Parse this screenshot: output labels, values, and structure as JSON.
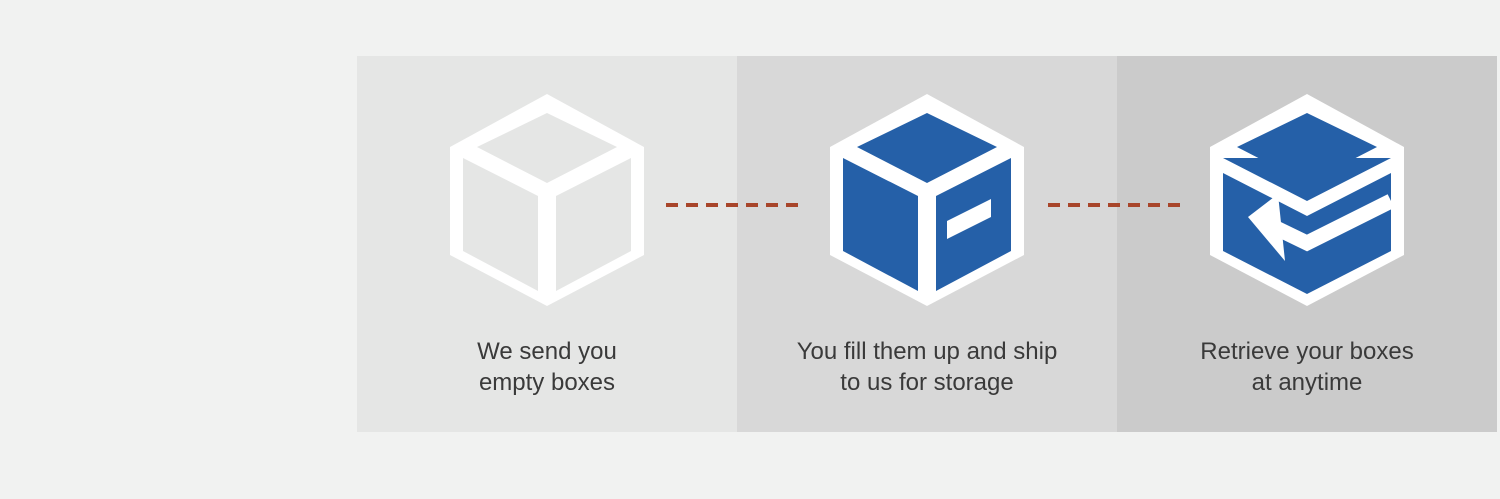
{
  "steps": [
    {
      "icon": "empty-box-icon",
      "caption_line1": "We send you",
      "caption_line2": "empty boxes"
    },
    {
      "icon": "filled-box-icon",
      "caption_line1": "You fill them up and ship",
      "caption_line2": "to us for storage"
    },
    {
      "icon": "retrieve-box-icon",
      "caption_line1": "Retrieve your boxes",
      "caption_line2": "at anytime"
    }
  ],
  "colors": {
    "page_background": "#f1f2f1",
    "step_1_background": "#e5e6e5",
    "step_2_background": "#d8d8d8",
    "step_3_background": "#cbcbcb",
    "box_blue": "#2560a8",
    "box_outline": "#ffffff",
    "connector": "#a8452a",
    "caption_text": "#3a3a3a"
  }
}
